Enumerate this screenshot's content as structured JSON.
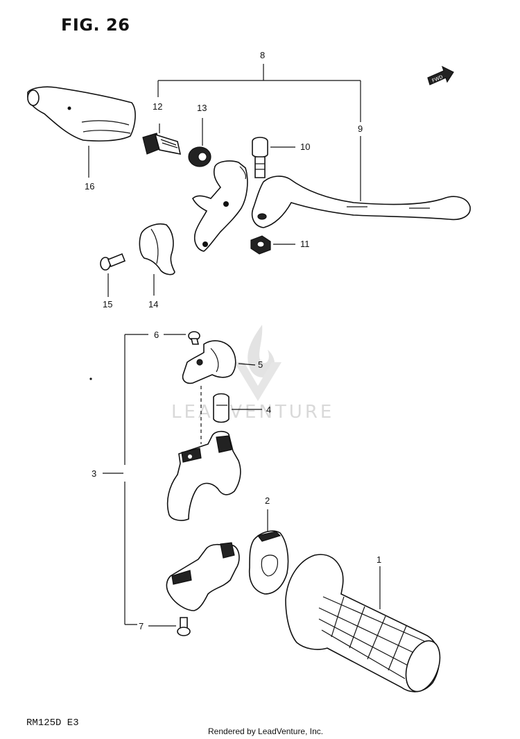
{
  "figure_title": "FIG. 26",
  "model_code": "RM125D E3",
  "footer_text": "Rendered by LeadVenture, Inc.",
  "watermark_text": "LEADVENTURE",
  "direction_arrow_label": "FWD",
  "callouts": {
    "c1": "1",
    "c2": "2",
    "c3": "3",
    "c4": "4",
    "c5": "5",
    "c6": "6",
    "c7": "7",
    "c8": "8",
    "c9": "9",
    "c10": "10",
    "c11": "11",
    "c12": "12",
    "c13": "13",
    "c14": "14",
    "c15": "15",
    "c16": "16"
  }
}
